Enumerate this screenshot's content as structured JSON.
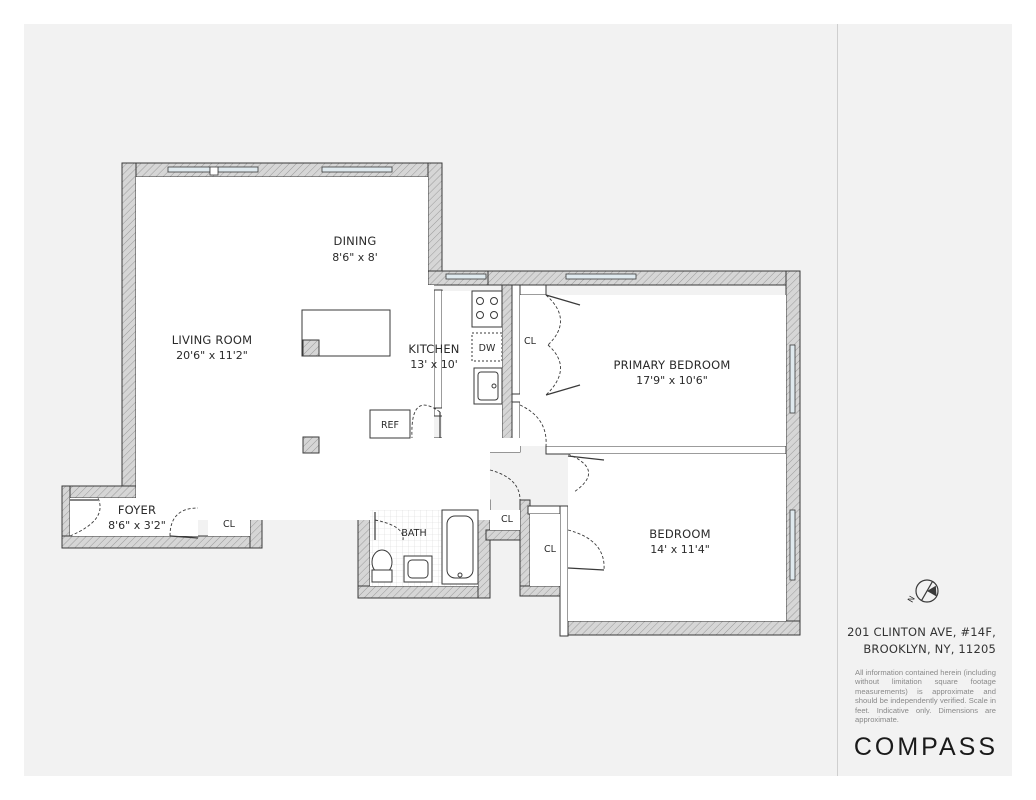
{
  "rooms": {
    "dining": {
      "name": "DINING",
      "dim": "8'6\" x 8'"
    },
    "living": {
      "name": "LIVING ROOM",
      "dim": "20'6\" x 11'2\""
    },
    "kitchen": {
      "name": "KITCHEN",
      "dim": "13' x 10'"
    },
    "primary_bedroom": {
      "name": "PRIMARY BEDROOM",
      "dim": "17'9\" x 10'6\""
    },
    "bedroom": {
      "name": "BEDROOM",
      "dim": "14' x 11'4\""
    },
    "foyer": {
      "name": "FOYER",
      "dim": "8'6\" x 3'2\""
    },
    "bath": {
      "name": "BATH"
    }
  },
  "fixtures": {
    "dw": "DW",
    "ref": "REF",
    "closet": "CL"
  },
  "compass": {
    "north_label": "N"
  },
  "address": {
    "line1": "201 CLINTON AVE, #14F,",
    "line2": "BROOKLYN, NY, 11205"
  },
  "disclaimer": "All information contained herein (including without limitation square footage measurements) is approximate and should be independently verified. Scale in feet. Indicative only. Dimensions are approximate.",
  "brand": "COMPASS",
  "colors": {
    "sheet": "#f2f2f2",
    "wall": "#c8c8c8",
    "wall_outline": "#3a3a3a",
    "window": "#9fb9c4"
  }
}
